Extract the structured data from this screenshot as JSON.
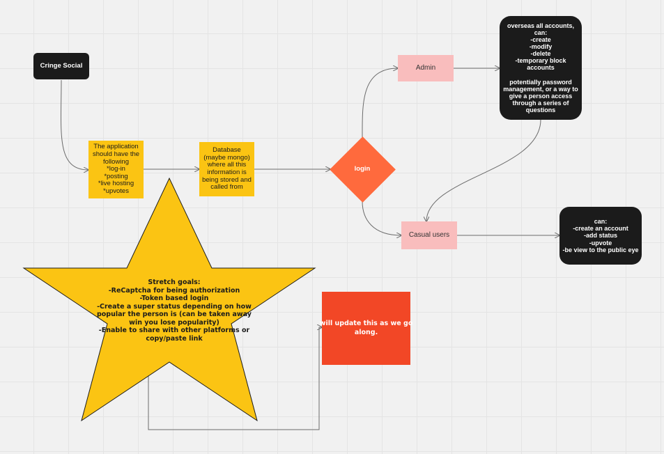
{
  "nodes": {
    "cringe_social": {
      "lines": [
        "Cringe Social"
      ]
    },
    "application": {
      "lines": [
        "The application",
        "should have the",
        "following",
        "*log-in",
        "*posting",
        "*live hosting",
        "*upvotes"
      ]
    },
    "database": {
      "lines": [
        "Database",
        "(maybe mongo)",
        "where all this",
        "information is",
        "being stored and",
        "called from"
      ]
    },
    "login": {
      "lines": [
        "login"
      ]
    },
    "admin": {
      "lines": [
        "Admin"
      ]
    },
    "admin_note": {
      "lines": [
        "overseas all accounts,",
        "can:",
        "-create",
        "-modify",
        "-delete",
        "-temporary block",
        "accounts",
        "",
        "potentially password",
        "management, or a way to",
        "give a person access",
        "through a series of",
        "questions"
      ]
    },
    "casual_users": {
      "lines": [
        "Casual users"
      ]
    },
    "casual_note": {
      "lines": [
        "can:",
        "-create an account",
        "-add status",
        "-upvote",
        "-be view to the public eye"
      ]
    },
    "stretch_goals": {
      "lines": [
        "Stretch goals:",
        "-ReCaptcha for being authorization",
        "-Token based login",
        "-Create a super status depending on how",
        "popular the person is (can be taken away",
        "win you lose popularity)",
        "-Enable to share with other platforms or",
        "copy/paste link"
      ]
    },
    "update_note": {
      "lines": [
        "will update this as we go",
        "along."
      ]
    }
  },
  "colors": {
    "dark": "#1b1b1b",
    "yellow": "#fbc413",
    "pink": "#f9bdbd",
    "orange": "#ff6a3d",
    "red": "#f24726",
    "connector": "#6b6b6b"
  }
}
